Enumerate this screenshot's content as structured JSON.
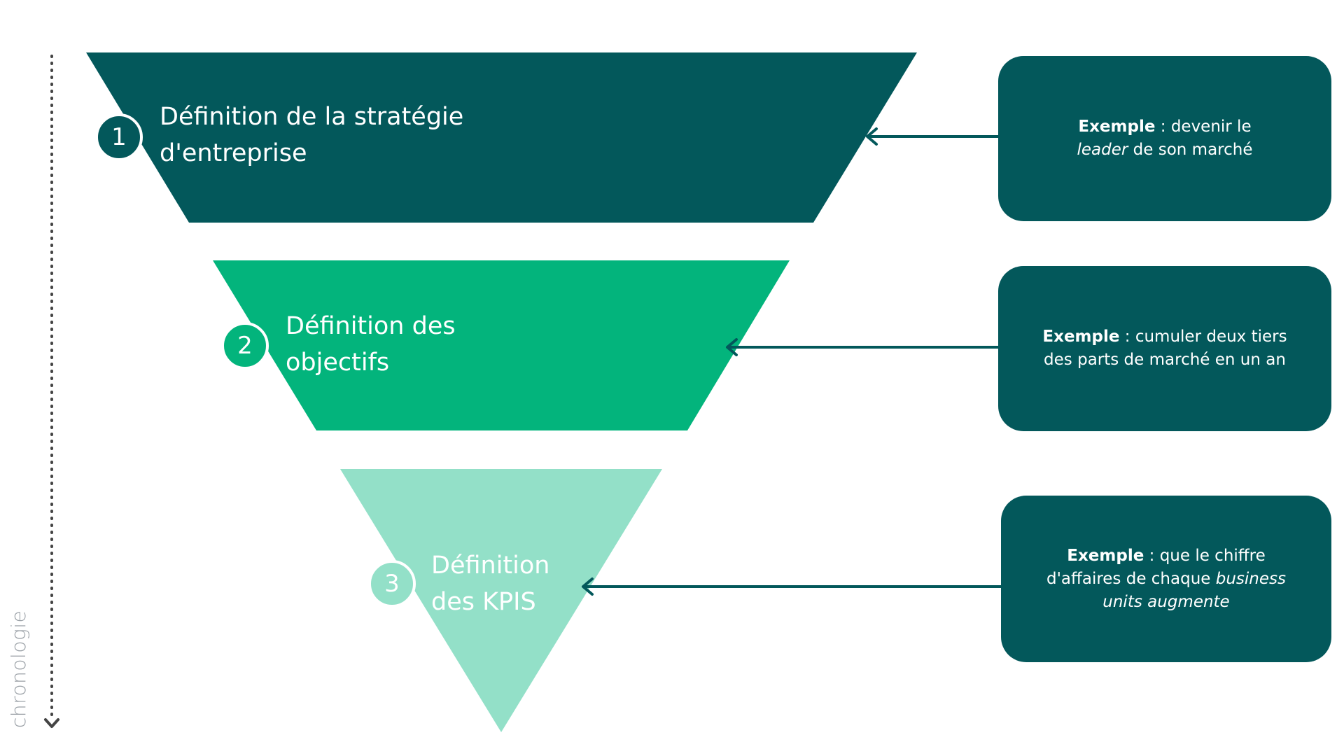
{
  "colors": {
    "dark": "#03585b",
    "medium": "#03b47c",
    "light": "#93e0c8",
    "background": "#ffffff",
    "timeline": "#444444",
    "axis_text": "#9aa0a6"
  },
  "timeline": {
    "label": "chronologie"
  },
  "stages": [
    {
      "number": "1",
      "title_line1": "Définition de la stratégie",
      "title_line2": "d'entreprise",
      "color": "dark",
      "example": {
        "label": "Exemple",
        "separator": " : ",
        "text_part1": "devenir le ",
        "text_italic": "leader",
        "text_part2": " de son marché"
      }
    },
    {
      "number": "2",
      "title_line1": "Définition des",
      "title_line2": "objectifs",
      "color": "medium",
      "example": {
        "label": "Exemple",
        "separator": " : ",
        "text_part1": "cumuler deux tiers des parts de marché en un an",
        "text_italic": "",
        "text_part2": ""
      }
    },
    {
      "number": "3",
      "title_line1": "Définition",
      "title_line2": "des KPIS",
      "color": "light",
      "example": {
        "label": "Exemple",
        "separator": " : ",
        "text_part1": "que le chiffre d'affaires de chaque ",
        "text_italic": "business units augmente",
        "text_part2": ""
      }
    }
  ]
}
